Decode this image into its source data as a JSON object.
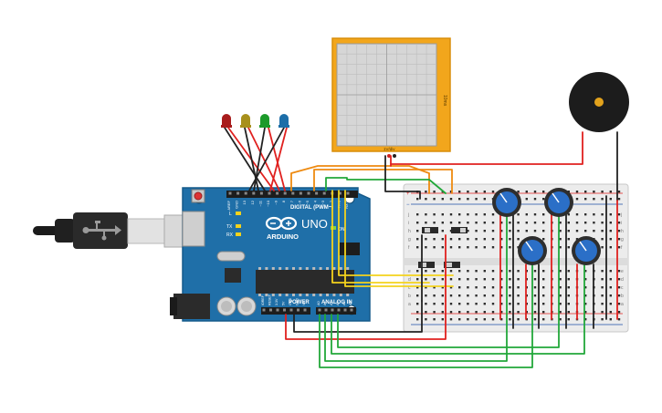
{
  "board": {
    "brand": "ARDUINO",
    "model": "UNO",
    "digital_label": "DIGITAL (PWM~)",
    "power_label": "POWER",
    "analog_label": "ANALOG IN",
    "on_label": "ON",
    "l_label": "L",
    "tx_label": "TX",
    "rx_label": "RX",
    "digital_pins": [
      "AREF",
      "GND",
      "13",
      "12",
      "~11",
      "~10",
      "~9",
      "8",
      "7",
      "~6",
      "~5",
      "4",
      "~3",
      "2",
      "TX 1",
      "RX 0"
    ],
    "power_pins": [
      "IOREF",
      "RESET",
      "3.3V",
      "5V",
      "GND",
      "GND",
      "Vin"
    ],
    "analog_pins": [
      "A0",
      "A1",
      "A2",
      "A3",
      "A4",
      "A5"
    ],
    "colors": {
      "pcb": "#1f6fa8",
      "pcb_dark": "#195d8f"
    }
  },
  "oscilloscope": {
    "side_label": "10ms",
    "bottom_label": "1V/div",
    "colors": {
      "frame": "#f2a61c",
      "screen": "#d6d6d6",
      "grid": "#b9b9b9"
    }
  },
  "breadboard": {
    "column_letters_top": [
      "j",
      "i",
      "h",
      "g",
      "f"
    ],
    "column_letters_bottom": [
      "e",
      "d",
      "c",
      "b",
      "a"
    ],
    "plus": "+",
    "minus": "−"
  },
  "leds": [
    {
      "color": "#a81c1c",
      "name": "red"
    },
    {
      "color": "#a8901c",
      "name": "yellow"
    },
    {
      "color": "#1c9a2a",
      "name": "green"
    },
    {
      "color": "#1c6ea8",
      "name": "blue"
    }
  ],
  "wire_colors": {
    "red": "#e0211f",
    "black": "#222222",
    "green": "#22a83a",
    "orange": "#ee8a10",
    "yellow": "#f4d21c"
  }
}
